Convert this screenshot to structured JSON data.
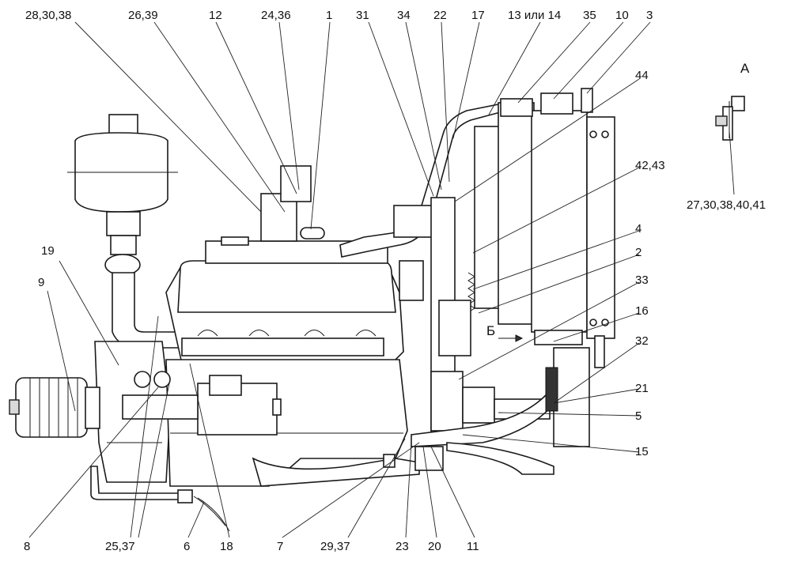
{
  "view_marks": {
    "a": "А",
    "b": "Б"
  },
  "callouts": [
    {
      "id": "c-28-30-38",
      "text": "28,30,38"
    },
    {
      "id": "c-26-39",
      "text": "26,39"
    },
    {
      "id": "c-12",
      "text": "12"
    },
    {
      "id": "c-24-36",
      "text": "24,36"
    },
    {
      "id": "c-1",
      "text": "1"
    },
    {
      "id": "c-31",
      "text": "31"
    },
    {
      "id": "c-34",
      "text": "34"
    },
    {
      "id": "c-22",
      "text": "22"
    },
    {
      "id": "c-17",
      "text": "17"
    },
    {
      "id": "c-13-14",
      "text": "13 или 14"
    },
    {
      "id": "c-35",
      "text": "35"
    },
    {
      "id": "c-10",
      "text": "10"
    },
    {
      "id": "c-3",
      "text": "3"
    },
    {
      "id": "c-44",
      "text": "44"
    },
    {
      "id": "c-42-43",
      "text": "42,43"
    },
    {
      "id": "c-4",
      "text": "4"
    },
    {
      "id": "c-2",
      "text": "2"
    },
    {
      "id": "c-33",
      "text": "33"
    },
    {
      "id": "c-16",
      "text": "16"
    },
    {
      "id": "c-32",
      "text": "32"
    },
    {
      "id": "c-21",
      "text": "21"
    },
    {
      "id": "c-5",
      "text": "5"
    },
    {
      "id": "c-15",
      "text": "15"
    },
    {
      "id": "c-19",
      "text": "19"
    },
    {
      "id": "c-9",
      "text": "9"
    },
    {
      "id": "c-8",
      "text": "8"
    },
    {
      "id": "c-25-37",
      "text": "25,37"
    },
    {
      "id": "c-6",
      "text": "6"
    },
    {
      "id": "c-18",
      "text": "18"
    },
    {
      "id": "c-7",
      "text": "7"
    },
    {
      "id": "c-29-37",
      "text": "29,37"
    },
    {
      "id": "c-23",
      "text": "23"
    },
    {
      "id": "c-20",
      "text": "20"
    },
    {
      "id": "c-11",
      "text": "11"
    },
    {
      "id": "c-27-30-38-40-41",
      "text": "27,30,38,40,41"
    }
  ]
}
